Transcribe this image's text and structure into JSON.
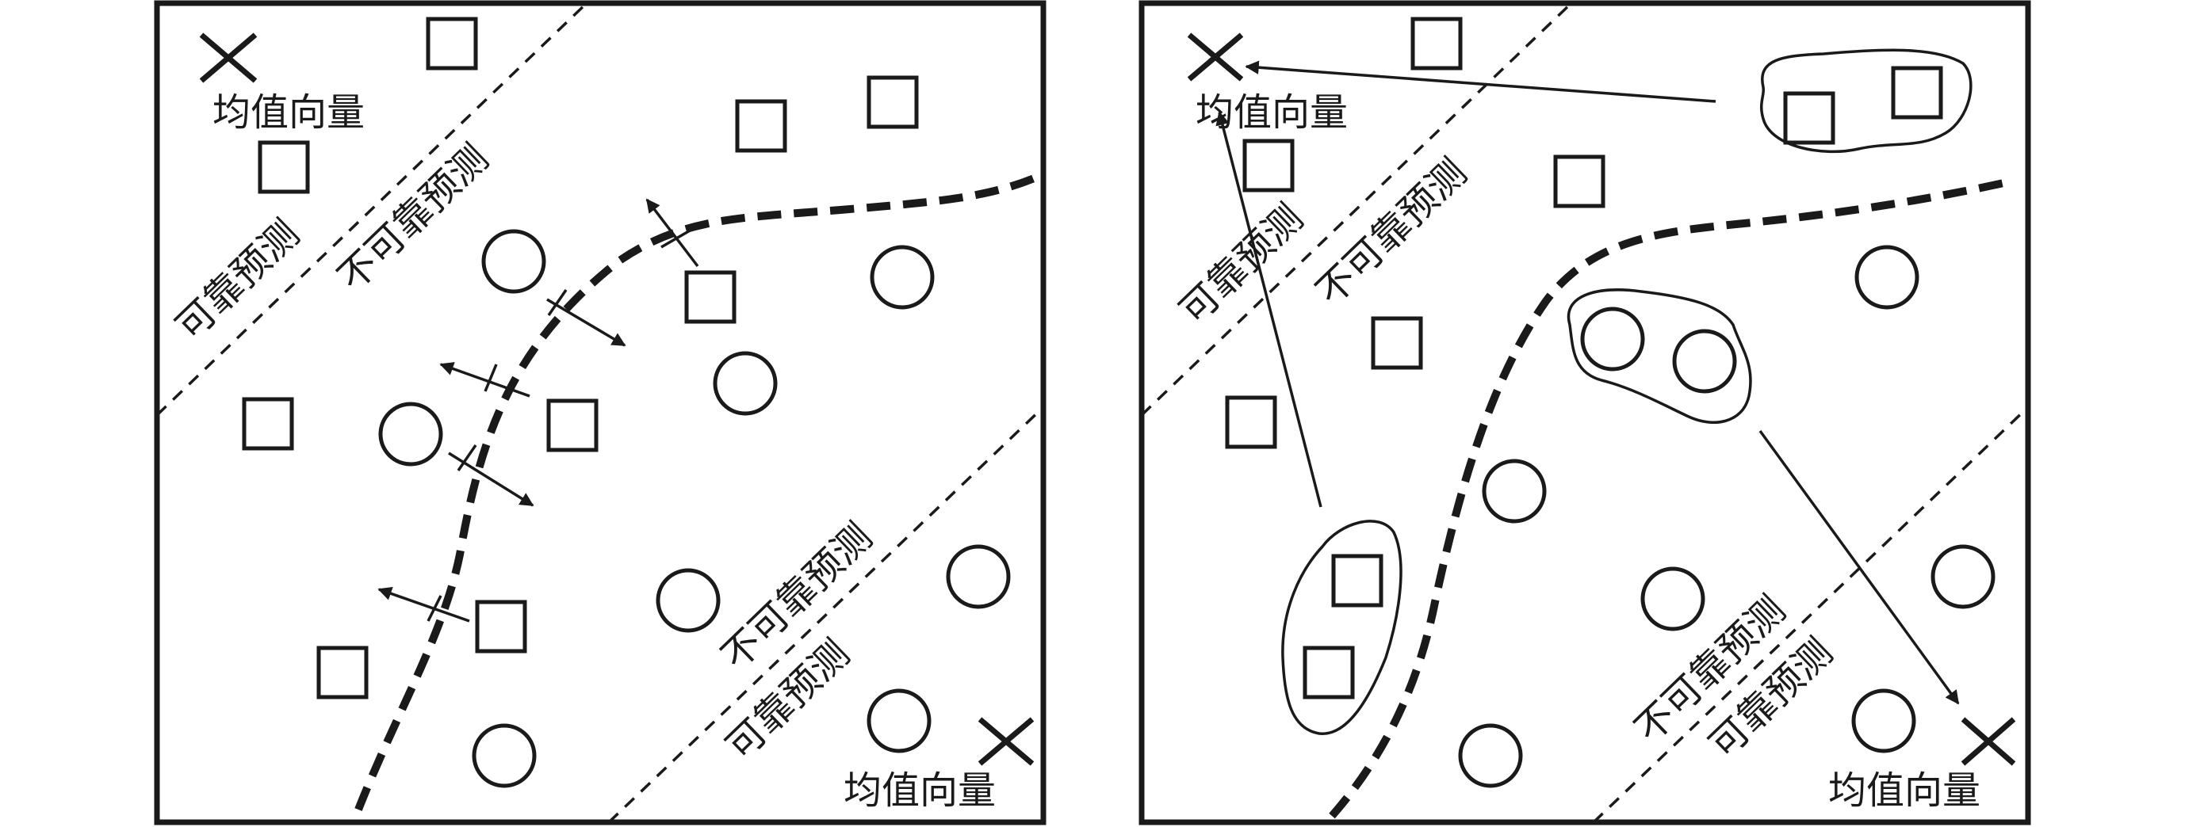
{
  "labels": {
    "mean_vector": "均值向量",
    "unreliable_prediction": "不可靠预测",
    "reliable_prediction": "可靠预测"
  },
  "colors": {
    "stroke": "#1a1a1a",
    "background": "#ffffff"
  },
  "icons": {
    "mean_vector_marker": "x-cross-icon",
    "class_a_sample": "square-icon",
    "class_b_sample": "circle-icon"
  }
}
